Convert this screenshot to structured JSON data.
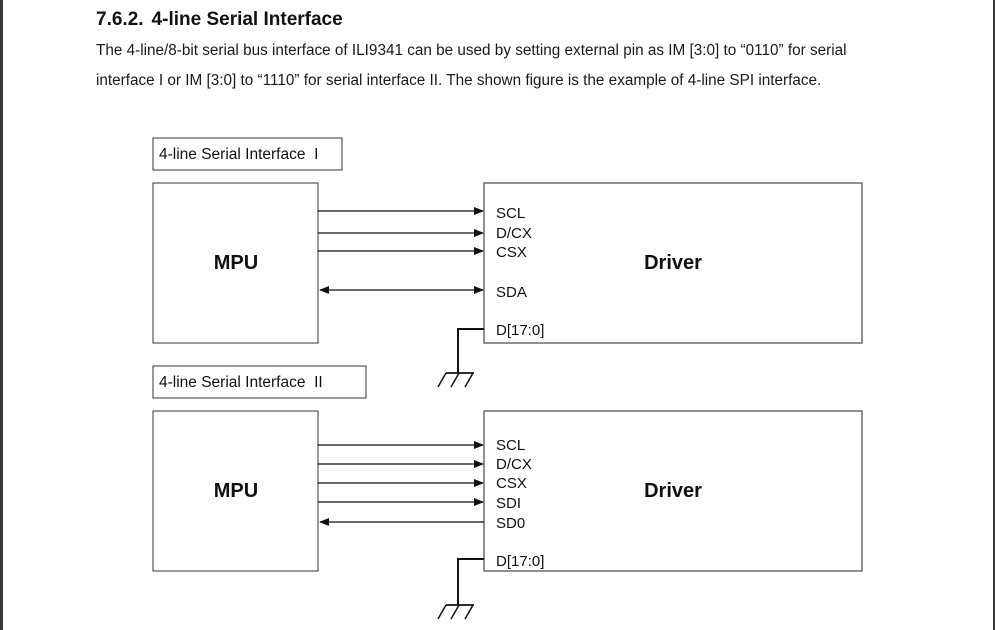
{
  "section": {
    "number": "7.6.2.",
    "title": "4-line Serial Interface",
    "paragraph_lines": [
      "The 4-line/8-bit serial bus interface of ILI9341 can be used by setting external pin as IM [3:0] to “0110” for serial",
      "interface I or IM [3:0] to “1110” for serial interface II. The shown figure is the example of 4-line SPI interface."
    ]
  },
  "diagrams": [
    {
      "label": "4-line Serial Interface  I",
      "host": "MPU",
      "device": "Driver",
      "pins": [
        "SCL",
        "D/CX",
        "CSX",
        "SDA"
      ],
      "pin_directions": [
        "to-driver",
        "to-driver",
        "to-driver",
        "bidirectional"
      ],
      "data_bus": "D[17:0]",
      "data_bus_connection": "ground"
    },
    {
      "label": "4-line Serial Interface  II",
      "host": "MPU",
      "device": "Driver",
      "pins": [
        "SCL",
        "D/CX",
        "CSX",
        "SDI",
        "SD0"
      ],
      "pin_directions": [
        "to-driver",
        "to-driver",
        "to-driver",
        "to-driver",
        "to-mpu"
      ],
      "data_bus": "D[17:0]",
      "data_bus_connection": "ground"
    }
  ]
}
